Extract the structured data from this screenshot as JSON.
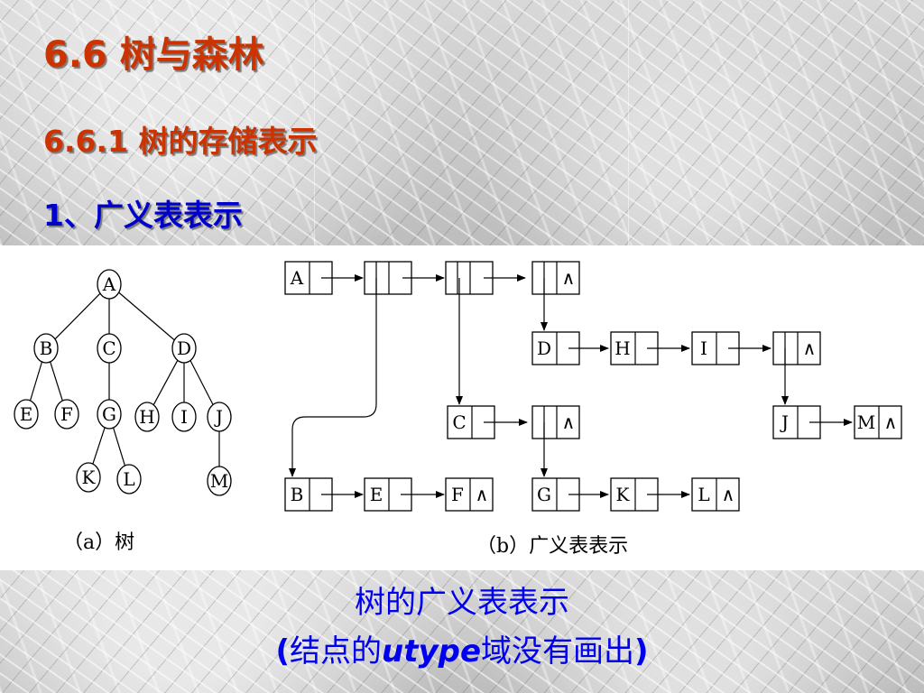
{
  "slide": {
    "title": "6.6  树与森林",
    "subtitle": "6.6.1 树的存储表示",
    "heading": "1、广义表表示"
  },
  "figure_a": {
    "caption": "（a）树",
    "nodes": [
      "A",
      "B",
      "C",
      "D",
      "E",
      "F",
      "G",
      "H",
      "I",
      "J",
      "K",
      "L",
      "M"
    ],
    "edges": [
      [
        "A",
        "B"
      ],
      [
        "A",
        "C"
      ],
      [
        "A",
        "D"
      ],
      [
        "B",
        "E"
      ],
      [
        "B",
        "F"
      ],
      [
        "C",
        "G"
      ],
      [
        "D",
        "H"
      ],
      [
        "D",
        "I"
      ],
      [
        "D",
        "J"
      ],
      [
        "G",
        "K"
      ],
      [
        "G",
        "L"
      ],
      [
        "J",
        "M"
      ]
    ]
  },
  "figure_b": {
    "caption": "（b）广义表表示",
    "null_symbol": "∧",
    "node_labels": {
      "A": "A",
      "D": "D",
      "H": "H",
      "I": "I",
      "C": "C",
      "J": "J",
      "M": "M∧",
      "B": "B",
      "E": "E",
      "F": "F∧",
      "G": "G",
      "K": "K",
      "L": "L∧"
    }
  },
  "caption": {
    "line1": "树的广义表表示",
    "line2_open": "(",
    "line2_text1": "结点的",
    "line2_utype": "utype",
    "line2_text2": "域没有画出",
    "line2_close": ")"
  },
  "colors": {
    "title_red": "#cc3300",
    "heading_blue": "#0000cc",
    "caption_blue": "#0000ee"
  }
}
